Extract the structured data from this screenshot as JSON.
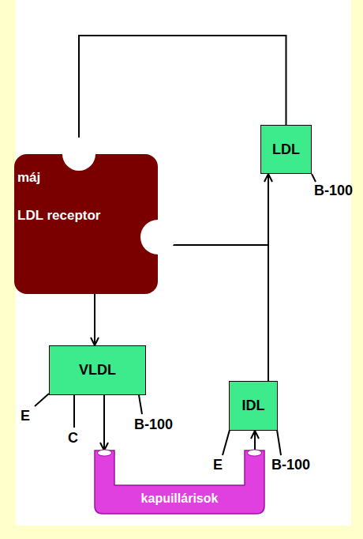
{
  "diagram": {
    "nodes": [
      {
        "text": [
          "LDL"
        ]
      },
      {
        "text": [
          "máj",
          "LDL receptor"
        ]
      },
      {
        "text": [
          "VLDL"
        ]
      },
      {
        "text": [
          "IDL"
        ]
      },
      {
        "text": [
          "kapuillárisok"
        ]
      }
    ],
    "edges": [
      {
        "from": 0,
        "to": 1,
        "arrow": "to"
      },
      {
        "from": 3,
        "to": 0,
        "arrow": "to"
      },
      {
        "from": 3,
        "to": 1,
        "arrow": "to"
      },
      {
        "from": 1,
        "to": 2,
        "arrow": "to"
      },
      {
        "from": 2,
        "to": 4,
        "arrow": "to"
      },
      {
        "from": 4,
        "to": 3,
        "arrow": "to"
      }
    ],
    "labels": [
      "B-100",
      "E",
      "C",
      "B-100",
      "E",
      "B-100"
    ]
  }
}
